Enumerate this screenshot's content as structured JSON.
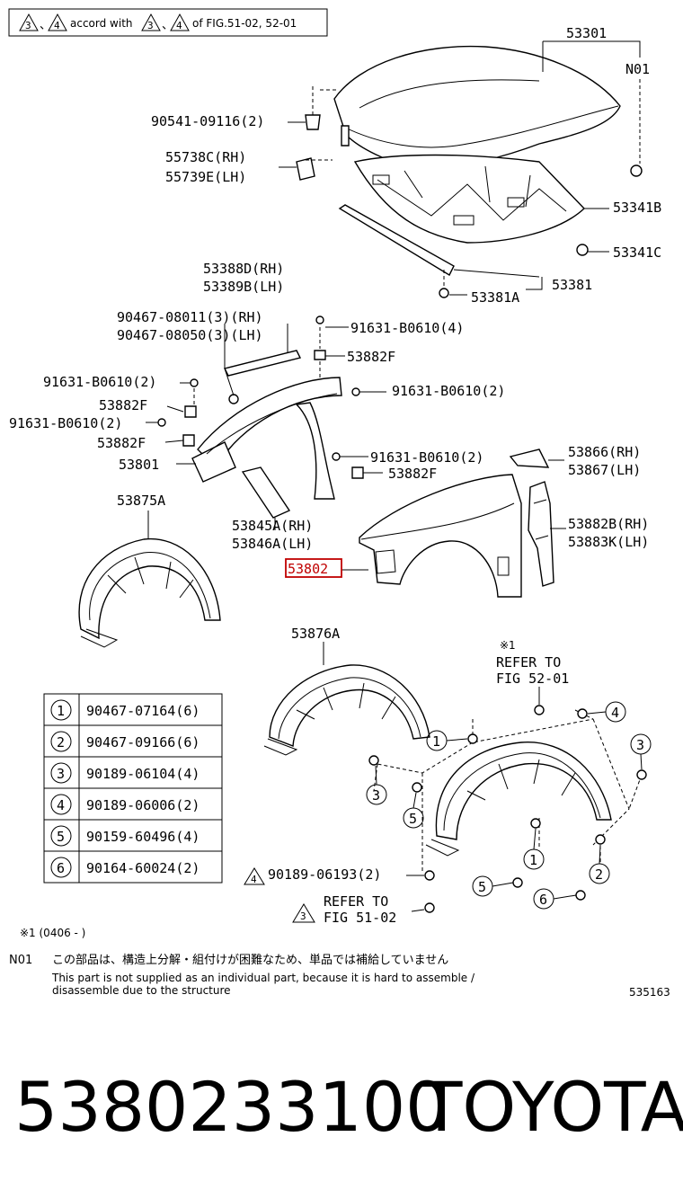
{
  "header_note": {
    "tri_a": "3",
    "tri_b": "4",
    "text1": "accord with",
    "tri_c": "3",
    "tri_d": "4",
    "text2": "of FIG.51-02, 52-01"
  },
  "labels": {
    "p53301": "53301",
    "n01": "N01",
    "p90541": "90541-09116(2)",
    "p55738": "55738C(RH)",
    "p55739": "55739E(LH)",
    "p53341b": "53341B",
    "p53341c": "53341C",
    "p53388": "53388D(RH)",
    "p53389": "53389B(LH)",
    "p53381": "53381",
    "p53381a": "53381A",
    "p90467a": "90467-08011(3)(RH)",
    "p90467b": "90467-08050(3)(LH)",
    "p91631_top": "91631-B0610(4)",
    "p53882f_top": "53882F",
    "p91631_l1": "91631-B0610(2)",
    "p53882f_l1": "53882F",
    "p91631_r1": "91631-B0610(2)",
    "p91631_l2": "91631-B0610(2)",
    "p53882f_l2": "53882F",
    "p53801": "53801",
    "p91631_r2": "91631-B0610(2)",
    "p53866": "53866(RH)",
    "p53867": "53867(LH)",
    "p53882f_r": "53882F",
    "p53875a": "53875A",
    "p53845": "53845A(RH)",
    "p53846": "53846A(LH)",
    "p53882b": "53882B(RH)",
    "p53883k": "53883K(LH)",
    "p53802": "53802",
    "p53876a": "53876A",
    "note1_mark": "※1",
    "refer1_a": "REFER TO",
    "refer1_b": "FIG 52-01",
    "p90189_tri": "4",
    "p90189": "90189-06193(2)",
    "refer2_tri": "3",
    "refer2_a": "REFER TO",
    "refer2_b": "FIG 51-02",
    "footnote1": "※1 (0406 -     )",
    "n01_label": "N01",
    "n01_jp": "この部品は、構造上分解・組付けが困難なため、単品では補給していません",
    "n01_en1": "This part is not supplied as an individual part, because it is hard to assemble /",
    "n01_en2": "disassemble due to the structure",
    "fig_no": "535163",
    "part_number": "5380233100",
    "brand": "TOYOTA"
  },
  "callouts": [
    "1",
    "2",
    "3",
    "4",
    "5",
    "6"
  ],
  "table": {
    "rows": [
      {
        "num": "1",
        "part": "90467-07164(6)"
      },
      {
        "num": "2",
        "part": "90467-09166(6)"
      },
      {
        "num": "3",
        "part": "90189-06104(4)"
      },
      {
        "num": "4",
        "part": "90189-06006(2)"
      },
      {
        "num": "5",
        "part": "90159-60496(4)"
      },
      {
        "num": "6",
        "part": "90164-60024(2)"
      }
    ]
  },
  "colors": {
    "highlight": "#c00000",
    "ink": "#000000"
  }
}
